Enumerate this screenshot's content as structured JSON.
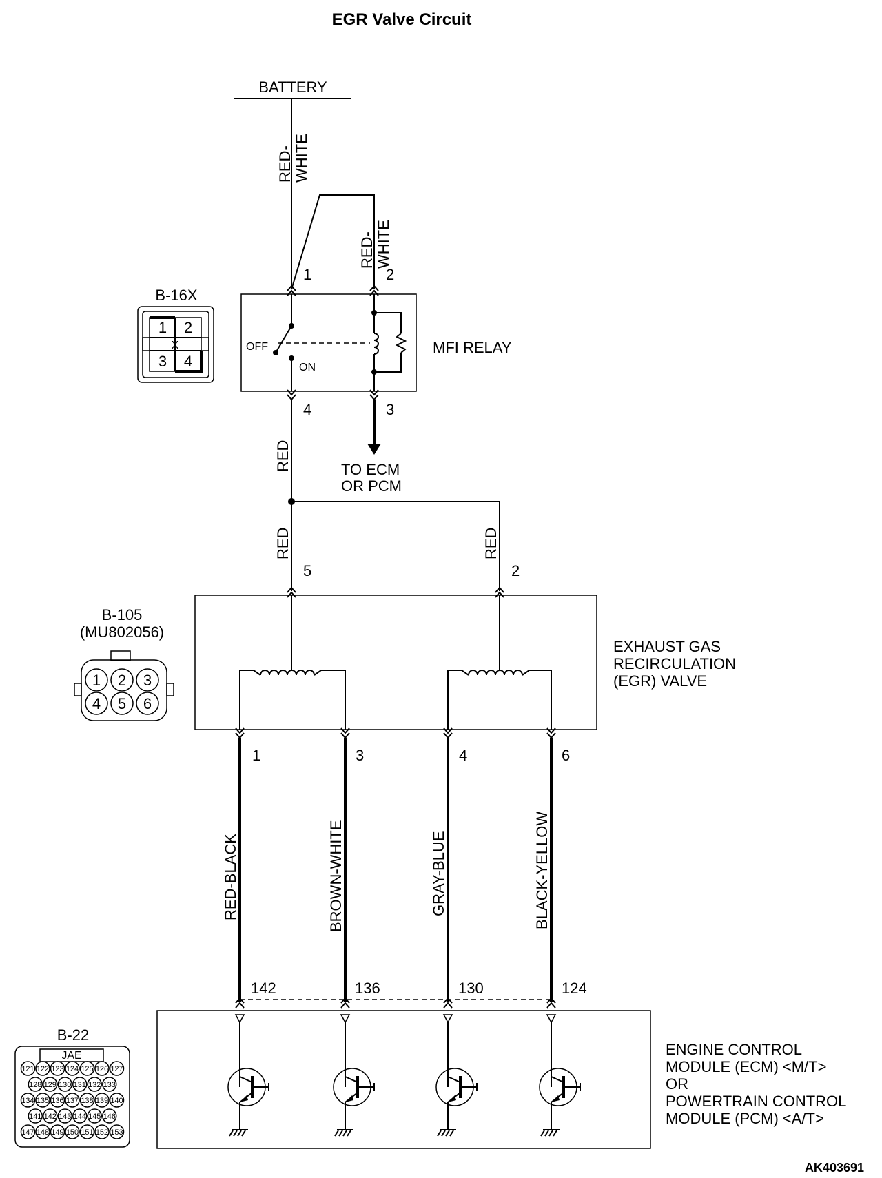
{
  "title": "EGR Valve Circuit",
  "figure_id": "AK403691",
  "battery": {
    "label": "BATTERY"
  },
  "wires": {
    "battery_feed": "RED-\nWHITE",
    "relay_pin2": "RED-\nWHITE",
    "relay_out": "RED",
    "egr_pin5": "RED",
    "egr_pin2": "RED",
    "egr_pin1": "RED-BLACK",
    "egr_pin3": "BROWN-WHITE",
    "egr_pin4": "GRAY-BLUE",
    "egr_pin6": "BLACK-YELLOW"
  },
  "mfi_relay": {
    "label": "MFI RELAY",
    "off_label": "OFF",
    "on_label": "ON",
    "pins": [
      "1",
      "2",
      "4",
      "3"
    ],
    "to_ecm": "TO ECM\nOR PCM"
  },
  "connector_b16x": {
    "label": "B-16X",
    "pins": [
      "1",
      "2",
      "3",
      "4"
    ],
    "mark": "X"
  },
  "egr_valve": {
    "label": "EXHAUST GAS\nRECIRCULATION\n(EGR) VALVE",
    "top_pins": [
      "5",
      "2"
    ],
    "bottom_pins": [
      "1",
      "3",
      "4",
      "6"
    ]
  },
  "connector_b105": {
    "label": "B-105",
    "part": "(MU802056)",
    "pins": [
      "1",
      "2",
      "3",
      "4",
      "5",
      "6"
    ]
  },
  "ecm": {
    "label": "ENGINE CONTROL\nMODULE (ECM) <M/T>\nOR\nPOWERTRAIN CONTROL\nMODULE (PCM) <A/T>",
    "pins": [
      "142",
      "136",
      "130",
      "124"
    ]
  },
  "connector_b22": {
    "label": "B-22",
    "brand": "JAE",
    "rows": [
      [
        "121",
        "122",
        "123",
        "124",
        "125",
        "126",
        "127"
      ],
      [
        "128",
        "129",
        "130",
        "131",
        "132",
        "133"
      ],
      [
        "134",
        "135",
        "136",
        "137",
        "138",
        "139",
        "140"
      ],
      [
        "141",
        "142",
        "143",
        "144",
        "145",
        "146"
      ],
      [
        "147",
        "148",
        "149",
        "150",
        "151",
        "152",
        "153"
      ]
    ]
  }
}
